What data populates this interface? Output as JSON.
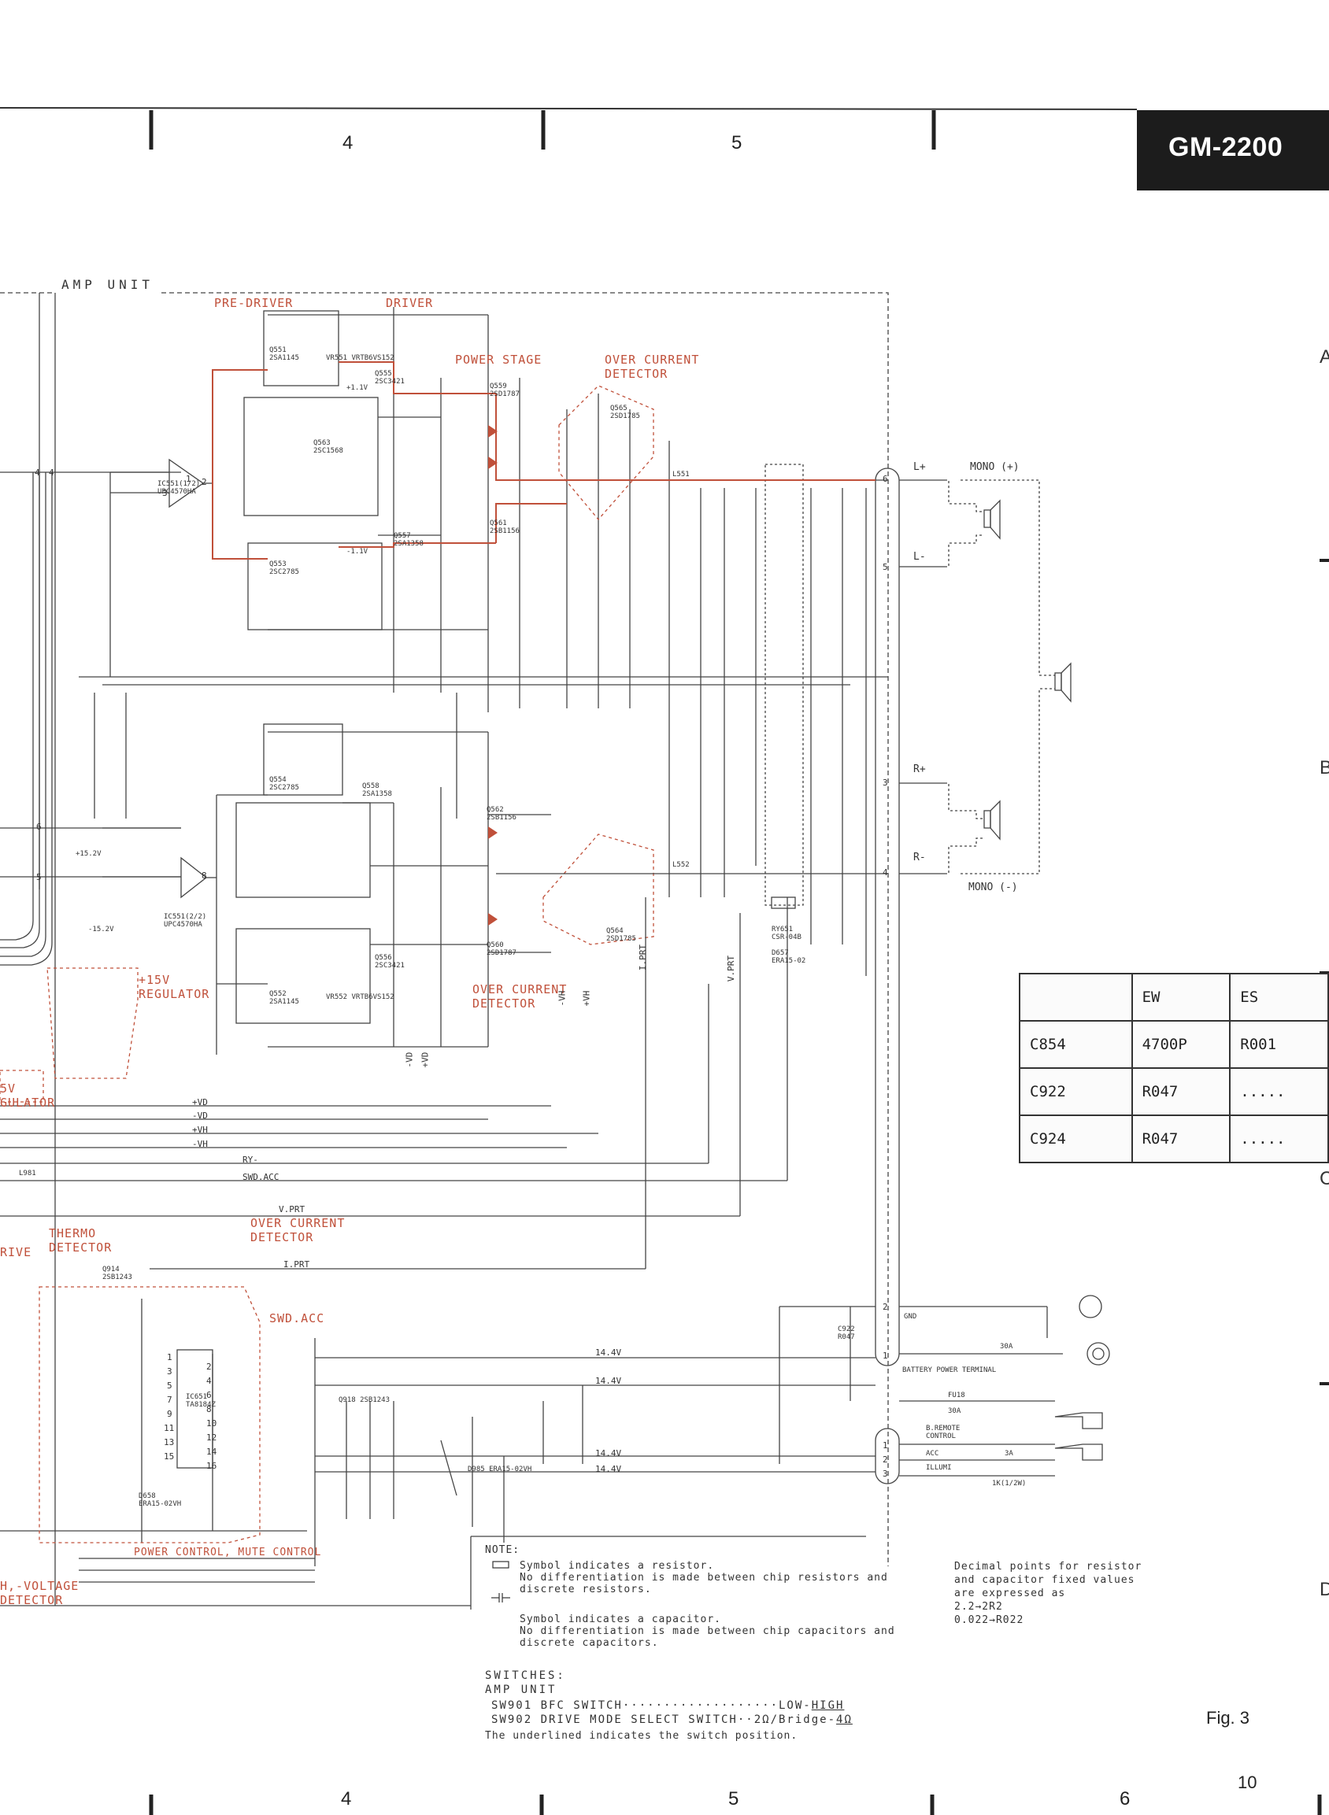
{
  "header": {
    "model": "GM-2200",
    "col_top": [
      "4",
      "5"
    ],
    "col_bottom": [
      "4",
      "5",
      "6"
    ],
    "rows": [
      "A",
      "B",
      "C",
      "D"
    ]
  },
  "amp_unit": "AMP UNIT",
  "sections": {
    "pre_driver": "PRE-DRIVER",
    "driver": "DRIVER",
    "power_stage": "POWER STAGE",
    "over_current_top": "OVER CURRENT\nDETECTOR",
    "over_current_mid": "OVER CURRENT\nDETECTOR",
    "over_current_low": "OVER CURRENT\nDETECTOR",
    "regulator": "+15V\nREGULATOR",
    "regulator_left": "5V\nGULATOR",
    "thermo": "THERMO\nDETECTOR",
    "rive": "RIVE",
    "swd_acc": "SWD.ACC",
    "power_control": "POWER CONTROL, MUTE CONTROL",
    "h_voltage": "H,-VOLTAGE\nDETECTOR"
  },
  "components": {
    "ic_top": "IC551(1/2)\nUPC4570HA",
    "ic_bottom": "IC551(2/2)\nUPC4570HA",
    "q551": "Q551\n2SA1145",
    "q555": "Q555\n2SC3421",
    "q559": "Q559\n2SD1787",
    "q565": "Q565\n2SD1785",
    "q561": "Q561\n2SB1156",
    "q557": "Q557\n2SA1358",
    "q553": "Q553\n2SC2785",
    "q554": "Q554\n2SC2785",
    "q558": "Q558\n2SA1358",
    "q562": "Q562\n2SB1156",
    "q564": "Q564\n2SD1785",
    "q560": "Q560\n2SD1787",
    "q552": "Q552\n2SA1145",
    "q556": "Q556\n2SC3421",
    "q563": "Q563\n2SC1568",
    "vr551": "VR551 VRTB6VS152",
    "vr552": "VR552 VRTB6VS152",
    "ic651": "IC651\nTA8184Z",
    "ry651": "RY651\nCSR-04B",
    "d657": "D657\nERA15-02",
    "d658": "D658\nERA15-02VH",
    "d985": "D985 ERA15-02VH",
    "q914": "Q914\n2SB1243",
    "q918": "Q918 2SB1243",
    "l551": "L551",
    "l552": "L552",
    "l981": "L981",
    "c922": "C922\nR047",
    "vd_p": "+1.1V",
    "vd_n": "-1.1V",
    "pos15": "+15.2V",
    "neg15": "-15.2V"
  },
  "rails": [
    "+VD",
    "-VD",
    "+VH",
    "-VH",
    "RY-",
    "SWD.ACC",
    "V.PRT",
    "I.PRT"
  ],
  "vlabels": [
    "-VH",
    "+VH",
    "-VD",
    "+VD",
    "I.PRT",
    "V.PRT"
  ],
  "supply": [
    "14.4V",
    "14.4V",
    "14.4V",
    "14.4V"
  ],
  "speakers": {
    "mono_pos": "MONO (+)",
    "mono_neg": "MONO (-)",
    "l_pos": "L+",
    "l_neg": "L-",
    "r_pos": "R+",
    "r_neg": "R-"
  },
  "connector_pins": [
    "6",
    "5",
    "3",
    "4",
    "2",
    "1",
    "1",
    "2",
    "3"
  ],
  "opamp_pins": [
    "4",
    "3",
    "1",
    "2",
    "6",
    "5",
    "8"
  ],
  "ic651_pins": [
    "1",
    "2",
    "3",
    "4",
    "5",
    "6",
    "7",
    "8",
    "9",
    "10",
    "11",
    "12",
    "13",
    "14",
    "15",
    "16"
  ],
  "terminals": {
    "gnd": "GND",
    "battery": "BATTERY POWER TERMINAL",
    "fuse_main": "30A",
    "fuse_lbl": "FU18",
    "fuse2": "30A",
    "bremote": "B.REMOTE\nCONTROL",
    "acc": "ACC",
    "illumi": "ILLUMI",
    "acc_fuse": "3A",
    "illumi_res": "1K(1/2W)"
  },
  "table": {
    "header": [
      "",
      "EW",
      "ES"
    ],
    "rows": [
      [
        "C854",
        "4700P",
        "R001"
      ],
      [
        "C922",
        "R047",
        "....."
      ],
      [
        "C924",
        "R047",
        "....."
      ]
    ]
  },
  "notes": {
    "title": "NOTE:",
    "resistor": "Symbol indicates a resistor.\nNo differentiation is made between chip resistors and\ndiscrete resistors.",
    "capacitor": "Symbol indicates a capacitor.\nNo differentiation is made between chip capacitors and\ndiscrete capacitors.",
    "decimal": "Decimal points for resistor\nand capacitor fixed values\nare expressed as\n2.2→2R2\n0.022→R022",
    "switches_title": "SWITCHES:",
    "switches_unit": "AMP UNIT",
    "sw901_pre": "SW901 BFC SWITCH···················LOW-",
    "sw901_sel": "HIGH",
    "sw902_pre": "SW902 DRIVE MODE SELECT SWITCH··2Ω/Bridge-",
    "sw902_sel": "4Ω",
    "underline_note": "The underlined indicates the switch position."
  },
  "fig": "Fig. 3",
  "page": "10",
  "colors": {
    "ink": "#333333",
    "accent": "#c0503a",
    "signal": "#c0503a",
    "title_bg": "#1c1c1c"
  }
}
